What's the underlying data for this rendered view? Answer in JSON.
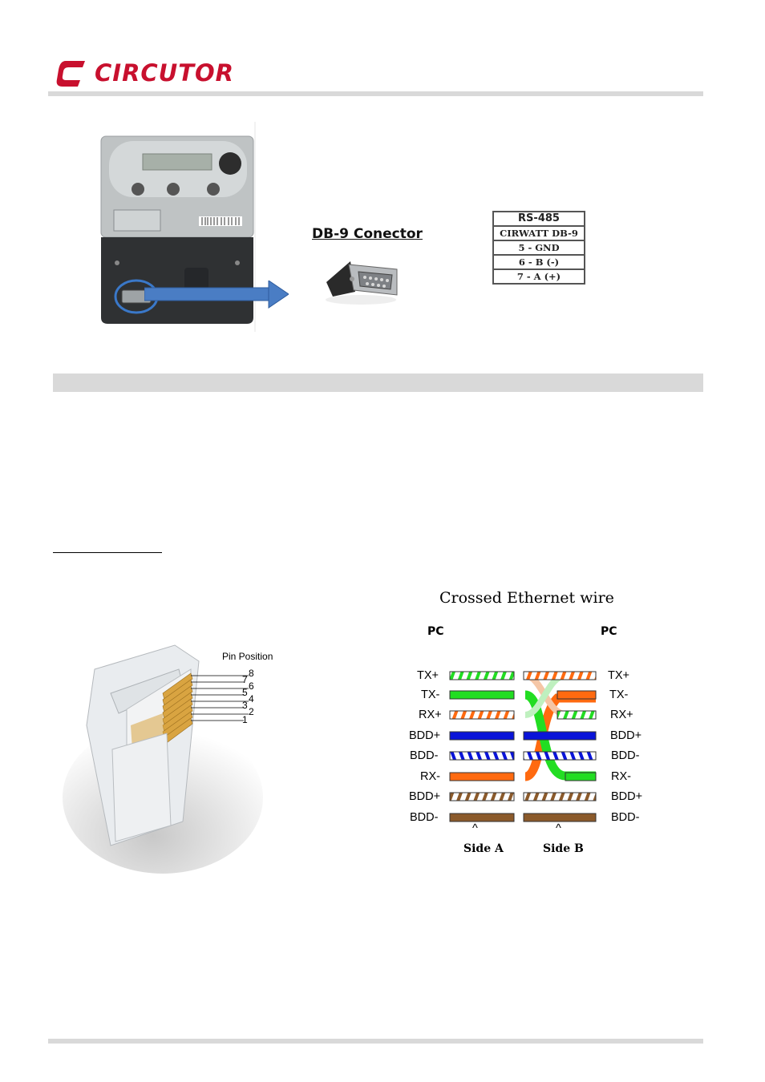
{
  "header": {
    "brand": "CIRCUTOR"
  },
  "db9": {
    "title": "DB-9 Conector"
  },
  "rs485_table": {
    "rows": [
      "RS-485",
      "CIRWATT DB-9",
      "5 - GND",
      "6 - B (-)",
      "7 - A (+)"
    ]
  },
  "rj45": {
    "pin_title": "Pin Position",
    "pins": [
      "8",
      "7",
      "6",
      "5",
      "4",
      "3",
      "2",
      "1"
    ]
  },
  "ethernet": {
    "title": "Crossed Ethernet wire",
    "left_pc": "PC",
    "right_pc": "PC",
    "left_labels": [
      "TX+",
      "TX-",
      "RX+",
      "BDD+",
      "BDD-",
      "RX-",
      "BDD+",
      "BDD-"
    ],
    "right_labels": [
      "TX+",
      "TX-",
      "RX+",
      "BDD+",
      "BDD-",
      "RX-",
      "BDD+",
      "BDD-"
    ],
    "side_a": "Side A",
    "side_b": "Side B",
    "caret": "^",
    "colors": {
      "green": "#22dd22",
      "orange": "#ff6a10",
      "blue": "#0a14d8",
      "brown": "#8b5a2b"
    }
  }
}
